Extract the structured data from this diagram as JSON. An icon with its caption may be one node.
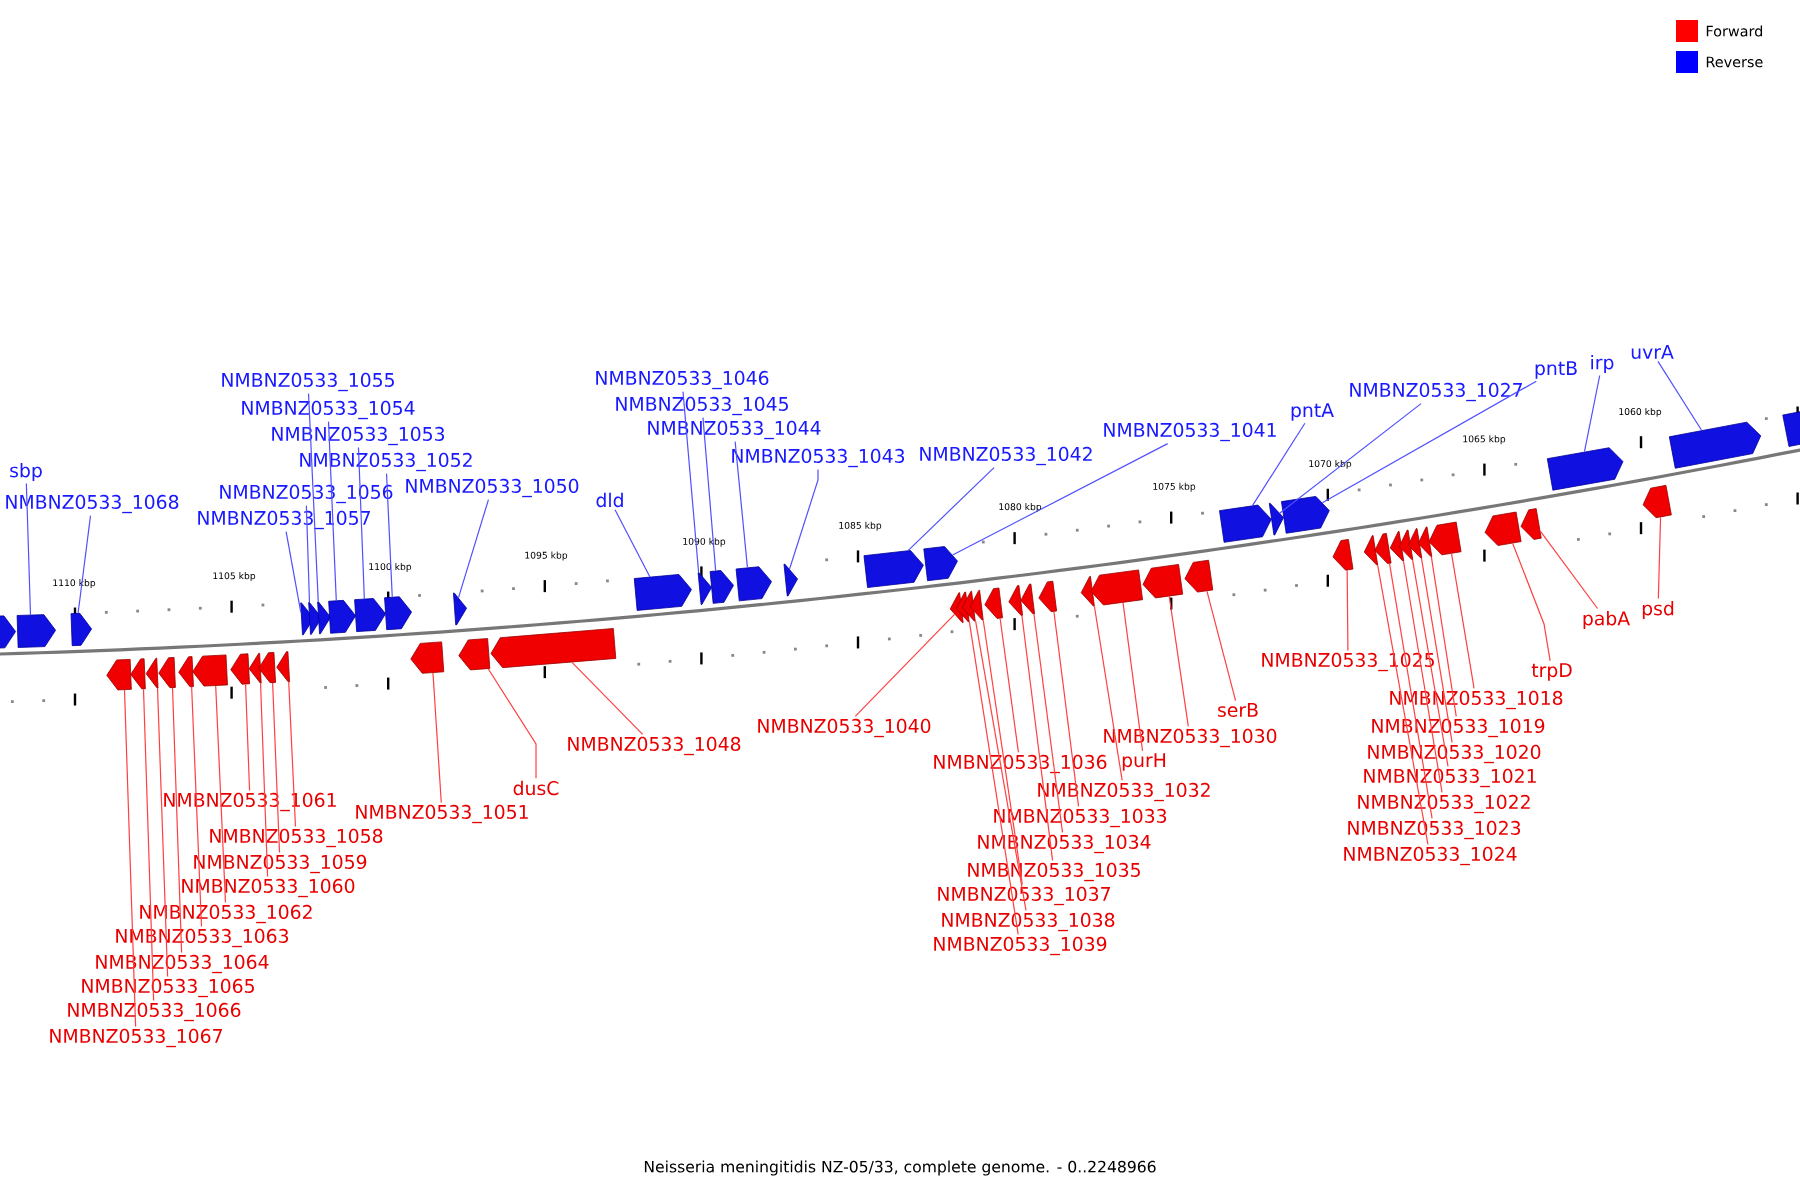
{
  "diagram": {
    "caption": "Neisseria meningitidis NZ-05/33, complete genome. - 0..2248966",
    "nodes": [
      {
        "text": [
          "sbp"
        ]
      },
      {
        "text": [
          "NMBNZ0533_1068"
        ]
      },
      {
        "text": [
          "NMBNZ0533_1057"
        ]
      },
      {
        "text": [
          "NMBNZ0533_1056"
        ]
      },
      {
        "text": [
          "NMBNZ0533_1055"
        ]
      },
      {
        "text": [
          "NMBNZ0533_1054"
        ]
      },
      {
        "text": [
          "NMBNZ0533_1053"
        ]
      },
      {
        "text": [
          "NMBNZ0533_1052"
        ]
      },
      {
        "text": [
          "NMBNZ0533_1050"
        ]
      },
      {
        "text": [
          "dld"
        ]
      },
      {
        "text": [
          "NMBNZ0533_1046"
        ]
      },
      {
        "text": [
          "NMBNZ0533_1045"
        ]
      },
      {
        "text": [
          "NMBNZ0533_1044"
        ]
      },
      {
        "text": [
          "NMBNZ0533_1043"
        ]
      },
      {
        "text": [
          "NMBNZ0533_1042"
        ]
      },
      {
        "text": [
          "NMBNZ0533_1041"
        ]
      },
      {
        "text": [
          "pntA"
        ]
      },
      {
        "text": [
          "NMBNZ0533_1027"
        ]
      },
      {
        "text": [
          "pntB"
        ]
      },
      {
        "text": [
          "irp"
        ]
      },
      {
        "text": [
          "uvrA"
        ]
      },
      {
        "text": [
          "NMBNZ0533_1061"
        ]
      },
      {
        "text": [
          "NMBNZ0533_1058"
        ]
      },
      {
        "text": [
          "NMBNZ0533_1059"
        ]
      },
      {
        "text": [
          "NMBNZ0533_1060"
        ]
      },
      {
        "text": [
          "NMBNZ0533_1062"
        ]
      },
      {
        "text": [
          "NMBNZ0533_1063"
        ]
      },
      {
        "text": [
          "NMBNZ0533_1064"
        ]
      },
      {
        "text": [
          "NMBNZ0533_1065"
        ]
      },
      {
        "text": [
          "NMBNZ0533_1066"
        ]
      },
      {
        "text": [
          "NMBNZ0533_1067"
        ]
      },
      {
        "text": [
          "NMBNZ0533_1051"
        ]
      },
      {
        "text": [
          "dusC"
        ]
      },
      {
        "text": [
          "NMBNZ0533_1048"
        ]
      },
      {
        "text": [
          "NMBNZ0533_1040"
        ]
      },
      {
        "text": [
          "NMBNZ0533_1036"
        ]
      },
      {
        "text": [
          "purH"
        ]
      },
      {
        "text": [
          "NMBNZ0533_1032"
        ]
      },
      {
        "text": [
          "NMBNZ0533_1033"
        ]
      },
      {
        "text": [
          "NMBNZ0533_1034"
        ]
      },
      {
        "text": [
          "NMBNZ0533_1035"
        ]
      },
      {
        "text": [
          "NMBNZ0533_1037"
        ]
      },
      {
        "text": [
          "NMBNZ0533_1038"
        ]
      },
      {
        "text": [
          "NMBNZ0533_1039"
        ]
      },
      {
        "text": [
          "NMBNZ0533_1030"
        ]
      },
      {
        "text": [
          "serB"
        ]
      },
      {
        "text": [
          "NMBNZ0533_1025"
        ]
      },
      {
        "text": [
          "NMBNZ0533_1018"
        ]
      },
      {
        "text": [
          "NMBNZ0533_1019"
        ]
      },
      {
        "text": [
          "NMBNZ0533_1020"
        ]
      },
      {
        "text": [
          "NMBNZ0533_1021"
        ]
      },
      {
        "text": [
          "NMBNZ0533_1022"
        ]
      },
      {
        "text": [
          "NMBNZ0533_1023"
        ]
      },
      {
        "text": [
          "NMBNZ0533_1024"
        ]
      },
      {
        "text": [
          "trpD"
        ]
      },
      {
        "text": [
          "pabA"
        ]
      },
      {
        "text": [
          "psd"
        ]
      },
      {
        "text": [],
        "shape": "arrow"
      },
      {
        "text": [],
        "shape": "arrow"
      },
      {
        "text": [],
        "shape": "arrow"
      },
      {
        "text": [],
        "shape": "arrow"
      },
      {
        "text": [],
        "shape": "arrow"
      },
      {
        "text": [],
        "shape": "arrow"
      },
      {
        "text": [],
        "shape": "arrow"
      },
      {
        "text": [],
        "shape": "arrow"
      },
      {
        "text": [],
        "shape": "arrow"
      },
      {
        "text": [],
        "shape": "arrow"
      },
      {
        "text": [],
        "shape": "arrow"
      },
      {
        "text": [],
        "shape": "arrow"
      },
      {
        "text": [],
        "shape": "arrow"
      },
      {
        "text": [],
        "shape": "arrow"
      },
      {
        "text": [],
        "shape": "arrow"
      },
      {
        "text": [],
        "shape": "arrow"
      },
      {
        "text": [],
        "shape": "arrow"
      },
      {
        "text": [],
        "shape": "arrow"
      },
      {
        "text": [],
        "shape": "arrow"
      },
      {
        "text": [],
        "shape": "arrow"
      },
      {
        "text": [],
        "shape": "arrow"
      },
      {
        "text": [],
        "shape": "arrow"
      },
      {
        "text": [],
        "shape": "arrow"
      },
      {
        "text": [],
        "shape": "arrow"
      },
      {
        "text": [],
        "shape": "arrow"
      },
      {
        "text": [],
        "shape": "arrow"
      },
      {
        "text": [],
        "shape": "arrow"
      },
      {
        "text": [],
        "shape": "arrow"
      },
      {
        "text": [],
        "shape": "arrow"
      },
      {
        "text": [],
        "shape": "arrow"
      },
      {
        "text": [],
        "shape": "arrow"
      },
      {
        "text": [],
        "shape": "arrow"
      },
      {
        "text": [],
        "shape": "arrow"
      },
      {
        "text": [],
        "shape": "arrow"
      },
      {
        "text": [],
        "shape": "arrow"
      },
      {
        "text": [],
        "shape": "arrow"
      },
      {
        "text": [],
        "shape": "arrow"
      },
      {
        "text": [],
        "shape": "arrow"
      },
      {
        "text": [],
        "shape": "arrow"
      },
      {
        "text": [],
        "shape": "arrow"
      },
      {
        "text": [],
        "shape": "arrow"
      },
      {
        "text": [],
        "shape": "arrow"
      },
      {
        "text": [],
        "shape": "arrow"
      },
      {
        "text": [],
        "shape": "arrow"
      },
      {
        "text": [],
        "shape": "arrow"
      },
      {
        "text": [],
        "shape": "arrow"
      },
      {
        "text": [],
        "shape": "arrow"
      },
      {
        "text": [],
        "shape": "arrow"
      },
      {
        "text": [],
        "shape": "arrow"
      },
      {
        "text": [],
        "shape": "arrow"
      },
      {
        "text": [],
        "shape": "arrow"
      },
      {
        "text": [],
        "shape": "arrow"
      },
      {
        "text": [],
        "shape": "arrow"
      },
      {
        "text": [],
        "shape": "arrow"
      },
      {
        "text": [],
        "shape": "arrow"
      },
      {
        "text": [],
        "shape": "arrow"
      },
      {
        "text": [],
        "shape": "arrow"
      },
      {
        "text": [],
        "shape": "arrow"
      },
      {
        "text": [],
        "shape": "arrow"
      }
    ],
    "edges": [
      {
        "from": 0,
        "to": 58,
        "arrow": "none",
        "color": "#5050ff"
      },
      {
        "from": 1,
        "to": 59,
        "arrow": "none",
        "color": "#5050ff"
      },
      {
        "from": 2,
        "to": 60,
        "arrow": "none",
        "color": "#5050ff"
      },
      {
        "from": 3,
        "to": 61,
        "arrow": "none",
        "color": "#5050ff"
      },
      {
        "from": 4,
        "to": 62,
        "arrow": "none",
        "color": "#5050ff"
      },
      {
        "from": 5,
        "to": 63,
        "arrow": "none",
        "color": "#5050ff"
      },
      {
        "from": 6,
        "to": 64,
        "arrow": "none",
        "color": "#5050ff"
      },
      {
        "from": 7,
        "to": 65,
        "arrow": "none",
        "color": "#5050ff"
      },
      {
        "from": 8,
        "to": 66,
        "arrow": "none",
        "color": "#5050ff"
      },
      {
        "from": 9,
        "to": 67,
        "arrow": "none",
        "color": "#5050ff"
      },
      {
        "from": 10,
        "to": 68,
        "arrow": "none",
        "color": "#5050ff"
      },
      {
        "from": 11,
        "to": 69,
        "arrow": "none",
        "color": "#5050ff"
      },
      {
        "from": 12,
        "to": 70,
        "arrow": "none",
        "color": "#5050ff"
      },
      {
        "from": 13,
        "to": 71,
        "arrow": "none",
        "color": "#5050ff"
      },
      {
        "from": 14,
        "to": 72,
        "arrow": "none",
        "color": "#5050ff"
      },
      {
        "from": 15,
        "to": 73,
        "arrow": "none",
        "color": "#5050ff"
      },
      {
        "from": 16,
        "to": 74,
        "arrow": "none",
        "color": "#5050ff"
      },
      {
        "from": 17,
        "to": 75,
        "arrow": "none",
        "color": "#5050ff"
      },
      {
        "from": 18,
        "to": 76,
        "arrow": "none",
        "color": "#5050ff"
      },
      {
        "from": 19,
        "to": 77,
        "arrow": "none",
        "color": "#5050ff"
      },
      {
        "from": 20,
        "to": 78,
        "arrow": "none",
        "color": "#5050ff"
      },
      {
        "from": 21,
        "to": 86,
        "arrow": "none"
      },
      {
        "from": 22,
        "to": 89,
        "arrow": "none"
      },
      {
        "from": 23,
        "to": 88,
        "arrow": "none"
      },
      {
        "from": 24,
        "to": 87,
        "arrow": "none"
      },
      {
        "from": 25,
        "to": 85,
        "arrow": "none"
      },
      {
        "from": 26,
        "to": 84,
        "arrow": "none"
      },
      {
        "from": 27,
        "to": 83,
        "arrow": "none"
      },
      {
        "from": 28,
        "to": 82,
        "arrow": "none"
      },
      {
        "from": 29,
        "to": 81,
        "arrow": "none"
      },
      {
        "from": 30,
        "to": 80,
        "arrow": "none"
      },
      {
        "from": 31,
        "to": 90,
        "arrow": "none"
      },
      {
        "from": 32,
        "to": 91,
        "arrow": "none"
      },
      {
        "from": 33,
        "to": 92,
        "arrow": "none"
      },
      {
        "from": 34,
        "to": 93,
        "arrow": "none"
      },
      {
        "from": 35,
        "to": 97,
        "arrow": "none"
      },
      {
        "from": 36,
        "to": 102,
        "arrow": "none"
      },
      {
        "from": 37,
        "to": 101,
        "arrow": "none"
      },
      {
        "from": 38,
        "to": 100,
        "arrow": "none"
      },
      {
        "from": 39,
        "to": 99,
        "arrow": "none"
      },
      {
        "from": 40,
        "to": 98,
        "arrow": "none"
      },
      {
        "from": 41,
        "to": 96,
        "arrow": "none"
      },
      {
        "from": 42,
        "to": 95,
        "arrow": "none"
      },
      {
        "from": 43,
        "to": 94,
        "arrow": "none"
      },
      {
        "from": 44,
        "to": 103,
        "arrow": "none"
      },
      {
        "from": 45,
        "to": 104,
        "arrow": "none"
      },
      {
        "from": 46,
        "to": 105,
        "arrow": "none"
      },
      {
        "from": 47,
        "to": 112,
        "arrow": "none"
      },
      {
        "from": 48,
        "to": 111,
        "arrow": "none"
      },
      {
        "from": 49,
        "to": 110,
        "arrow": "none"
      },
      {
        "from": 50,
        "to": 109,
        "arrow": "none"
      },
      {
        "from": 51,
        "to": 108,
        "arrow": "none"
      },
      {
        "from": 52,
        "to": 107,
        "arrow": "none"
      },
      {
        "from": 53,
        "to": 106,
        "arrow": "none"
      },
      {
        "from": 54,
        "to": 113,
        "arrow": "none"
      },
      {
        "from": 55,
        "to": 114,
        "arrow": "none"
      },
      {
        "from": 56,
        "to": 115,
        "arrow": "none"
      }
    ],
    "labels": [
      "1110 kbp",
      "1105 kbp",
      "1100 kbp",
      "1095 kbp",
      "1090 kbp",
      "1085 kbp",
      "1080 kbp",
      "1075 kbp",
      "1070 kbp",
      "1065 kbp",
      "1060 kbp"
    ],
    "legend": [
      {
        "text": "Forward",
        "color": "#ff0000"
      },
      {
        "text": "Reverse",
        "color": "#0000ff"
      }
    ]
  }
}
